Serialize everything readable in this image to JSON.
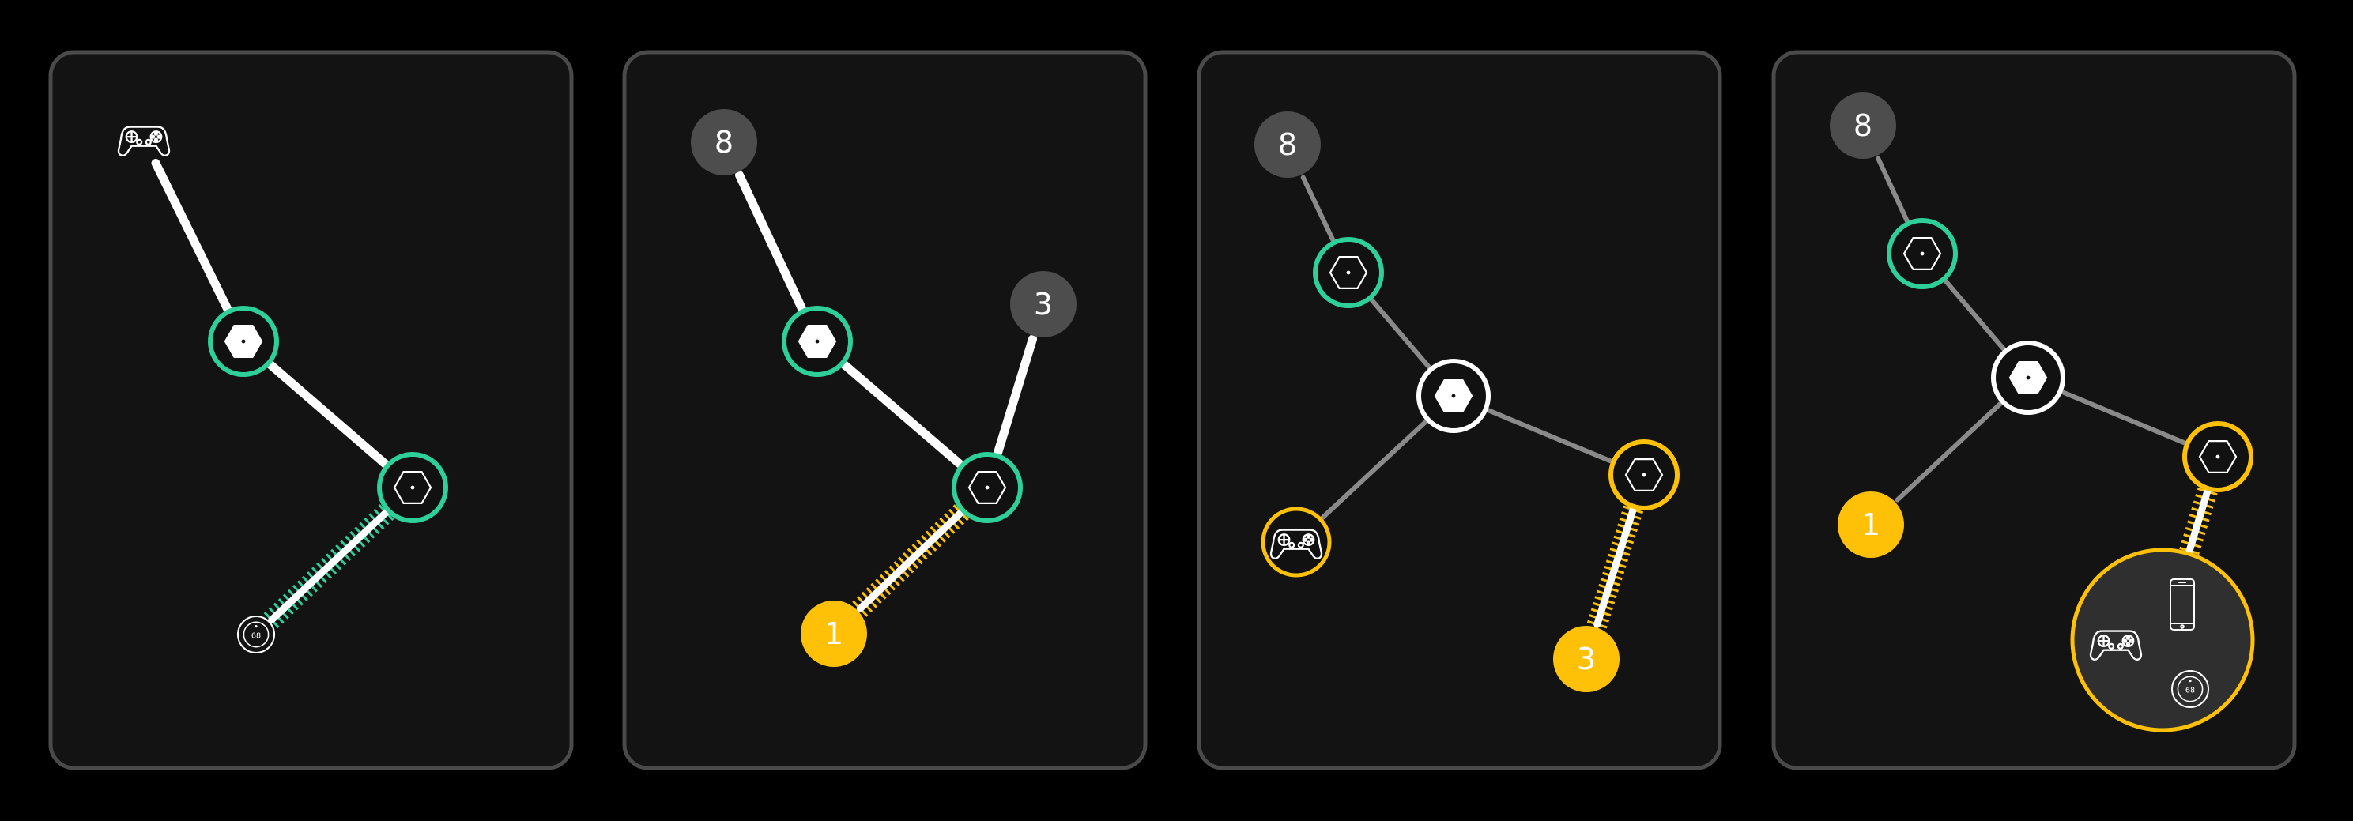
{
  "colors": {
    "background": "#000000",
    "panel_fill": "#131313",
    "panel_border": "#4a4a4a",
    "mesh_green": "#2ecf99",
    "yellow": "#ffc107",
    "gray_badge": "#4d4d4d",
    "white": "#ffffff",
    "dim_line": "#8a8a8a"
  },
  "panels": [
    {
      "nodes": [
        {
          "id": "p1-game",
          "kind": "icon",
          "icon": "gamepad-icon"
        },
        {
          "id": "p1-router",
          "kind": "router",
          "ring": "green",
          "filled": true
        },
        {
          "id": "p1-satellite",
          "kind": "router",
          "ring": "green",
          "filled": false
        },
        {
          "id": "p1-thermostat",
          "kind": "icon",
          "icon": "thermostat-icon",
          "label": "68"
        }
      ],
      "links": [
        {
          "from": "p1-game",
          "to": "p1-router",
          "style": "solid"
        },
        {
          "from": "p1-router",
          "to": "p1-satellite",
          "style": "solid"
        },
        {
          "from": "p1-satellite",
          "to": "p1-thermostat",
          "style": "ladder-green"
        }
      ]
    },
    {
      "nodes": [
        {
          "id": "p2-badge8",
          "kind": "badge",
          "color": "gray",
          "label": "8"
        },
        {
          "id": "p2-badge3",
          "kind": "badge",
          "color": "gray",
          "label": "3"
        },
        {
          "id": "p2-router",
          "kind": "router",
          "ring": "green",
          "filled": true
        },
        {
          "id": "p2-satellite",
          "kind": "router",
          "ring": "green",
          "filled": false
        },
        {
          "id": "p2-badge1",
          "kind": "badge",
          "color": "yellow",
          "label": "1"
        }
      ],
      "links": [
        {
          "from": "p2-badge8",
          "to": "p2-router",
          "style": "solid"
        },
        {
          "from": "p2-router",
          "to": "p2-satellite",
          "style": "solid"
        },
        {
          "from": "p2-badge3",
          "to": "p2-satellite",
          "style": "solid"
        },
        {
          "from": "p2-satellite",
          "to": "p2-badge1",
          "style": "ladder-yellow"
        }
      ]
    },
    {
      "nodes": [
        {
          "id": "p3-badge8",
          "kind": "badge",
          "color": "gray",
          "label": "8"
        },
        {
          "id": "p3-sat-top",
          "kind": "router",
          "ring": "green",
          "filled": false
        },
        {
          "id": "p3-router",
          "kind": "router",
          "ring": "white",
          "filled": true
        },
        {
          "id": "p3-game",
          "kind": "icon",
          "icon": "gamepad-icon",
          "ring": "yellow"
        },
        {
          "id": "p3-sat-right",
          "kind": "router",
          "ring": "yellow",
          "filled": false
        },
        {
          "id": "p3-badge3",
          "kind": "badge",
          "color": "yellow",
          "label": "3"
        }
      ],
      "links": [
        {
          "from": "p3-badge8",
          "to": "p3-sat-top",
          "style": "dim"
        },
        {
          "from": "p3-sat-top",
          "to": "p3-router",
          "style": "dim"
        },
        {
          "from": "p3-router",
          "to": "p3-game",
          "style": "dim"
        },
        {
          "from": "p3-router",
          "to": "p3-sat-right",
          "style": "dim"
        },
        {
          "from": "p3-sat-right",
          "to": "p3-badge3",
          "style": "ladder-yellow"
        }
      ]
    },
    {
      "nodes": [
        {
          "id": "p4-badge8",
          "kind": "badge",
          "color": "gray",
          "label": "8"
        },
        {
          "id": "p4-sat-top",
          "kind": "router",
          "ring": "green",
          "filled": false
        },
        {
          "id": "p4-router",
          "kind": "router",
          "ring": "white",
          "filled": true
        },
        {
          "id": "p4-badge1",
          "kind": "badge",
          "color": "yellow",
          "label": "1"
        },
        {
          "id": "p4-sat-right",
          "kind": "router",
          "ring": "yellow",
          "filled": false
        },
        {
          "id": "p4-group",
          "kind": "group",
          "ring": "yellow",
          "thermostat_label": "68"
        }
      ],
      "links": [
        {
          "from": "p4-badge8",
          "to": "p4-sat-top",
          "style": "dim"
        },
        {
          "from": "p4-sat-top",
          "to": "p4-router",
          "style": "dim"
        },
        {
          "from": "p4-router",
          "to": "p4-badge1",
          "style": "dim"
        },
        {
          "from": "p4-router",
          "to": "p4-sat-right",
          "style": "dim"
        },
        {
          "from": "p4-sat-right",
          "to": "p4-group",
          "style": "ladder-yellow"
        }
      ]
    }
  ]
}
